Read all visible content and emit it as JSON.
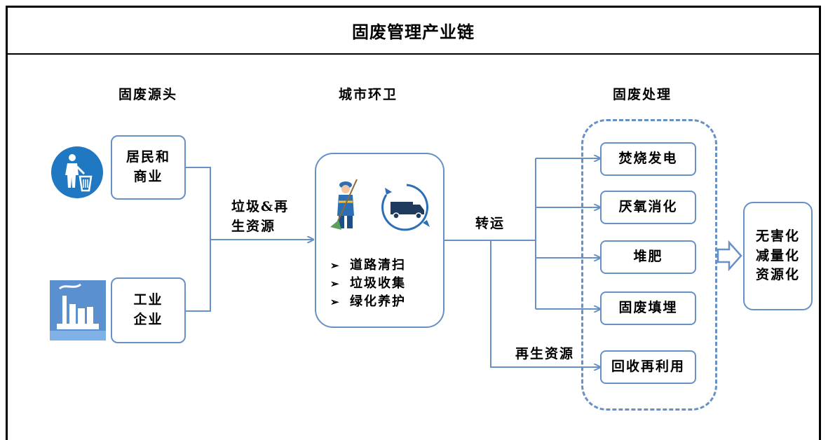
{
  "title": "固废管理产业链",
  "sections": {
    "source": "固废源头",
    "sanitation": "城市环卫",
    "treatment": "固废处理"
  },
  "sources": {
    "residential": [
      "居民和",
      "商业"
    ],
    "industrial": [
      "工业",
      "企业"
    ]
  },
  "edges": {
    "to_sanitation": [
      "垃圾&再",
      "生资源"
    ],
    "transfer": "转运",
    "recycle": "再生资源"
  },
  "sanitation_tasks": [
    "道路清扫",
    "垃圾收集",
    "绿化养护"
  ],
  "treatments": [
    "焚烧发电",
    "厌氧消化",
    "堆肥",
    "固废填埋",
    "回收再利用"
  ],
  "outcome": [
    "无害化",
    "减量化",
    "资源化"
  ],
  "icons": {
    "trash": "trash-person-icon",
    "factory": "factory-icon",
    "sweeper": "street-sweeper-icon",
    "truck": "garbage-truck-icon"
  },
  "colors": {
    "accent": "#6790c6",
    "icon_blue": "#1f78c1",
    "factory_blue": "#5a8fd0",
    "truck_dark": "#1e3a5c"
  }
}
